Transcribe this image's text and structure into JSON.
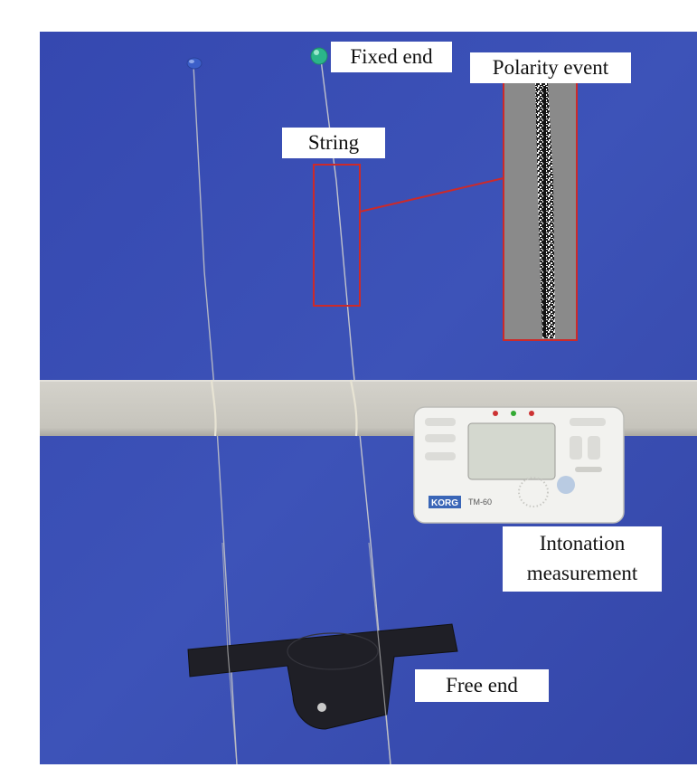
{
  "labels": {
    "fixed_end": "Fixed end",
    "polarity_event": "Polarity event",
    "string": "String",
    "intonation_line1": "Intonation",
    "intonation_line2": "measurement",
    "free_end": "Free end"
  },
  "tuner": {
    "brand": "KORG",
    "model": "TM-60"
  },
  "colors": {
    "board": "#3a4fb4",
    "rail": "#c9c7c0",
    "highlight_box": "#cc2a2a",
    "pin_green": "#2bb58a",
    "pin_blue": "#3b5ec8",
    "weight": "#1f1f26",
    "event_background": "#8a8a8a"
  }
}
